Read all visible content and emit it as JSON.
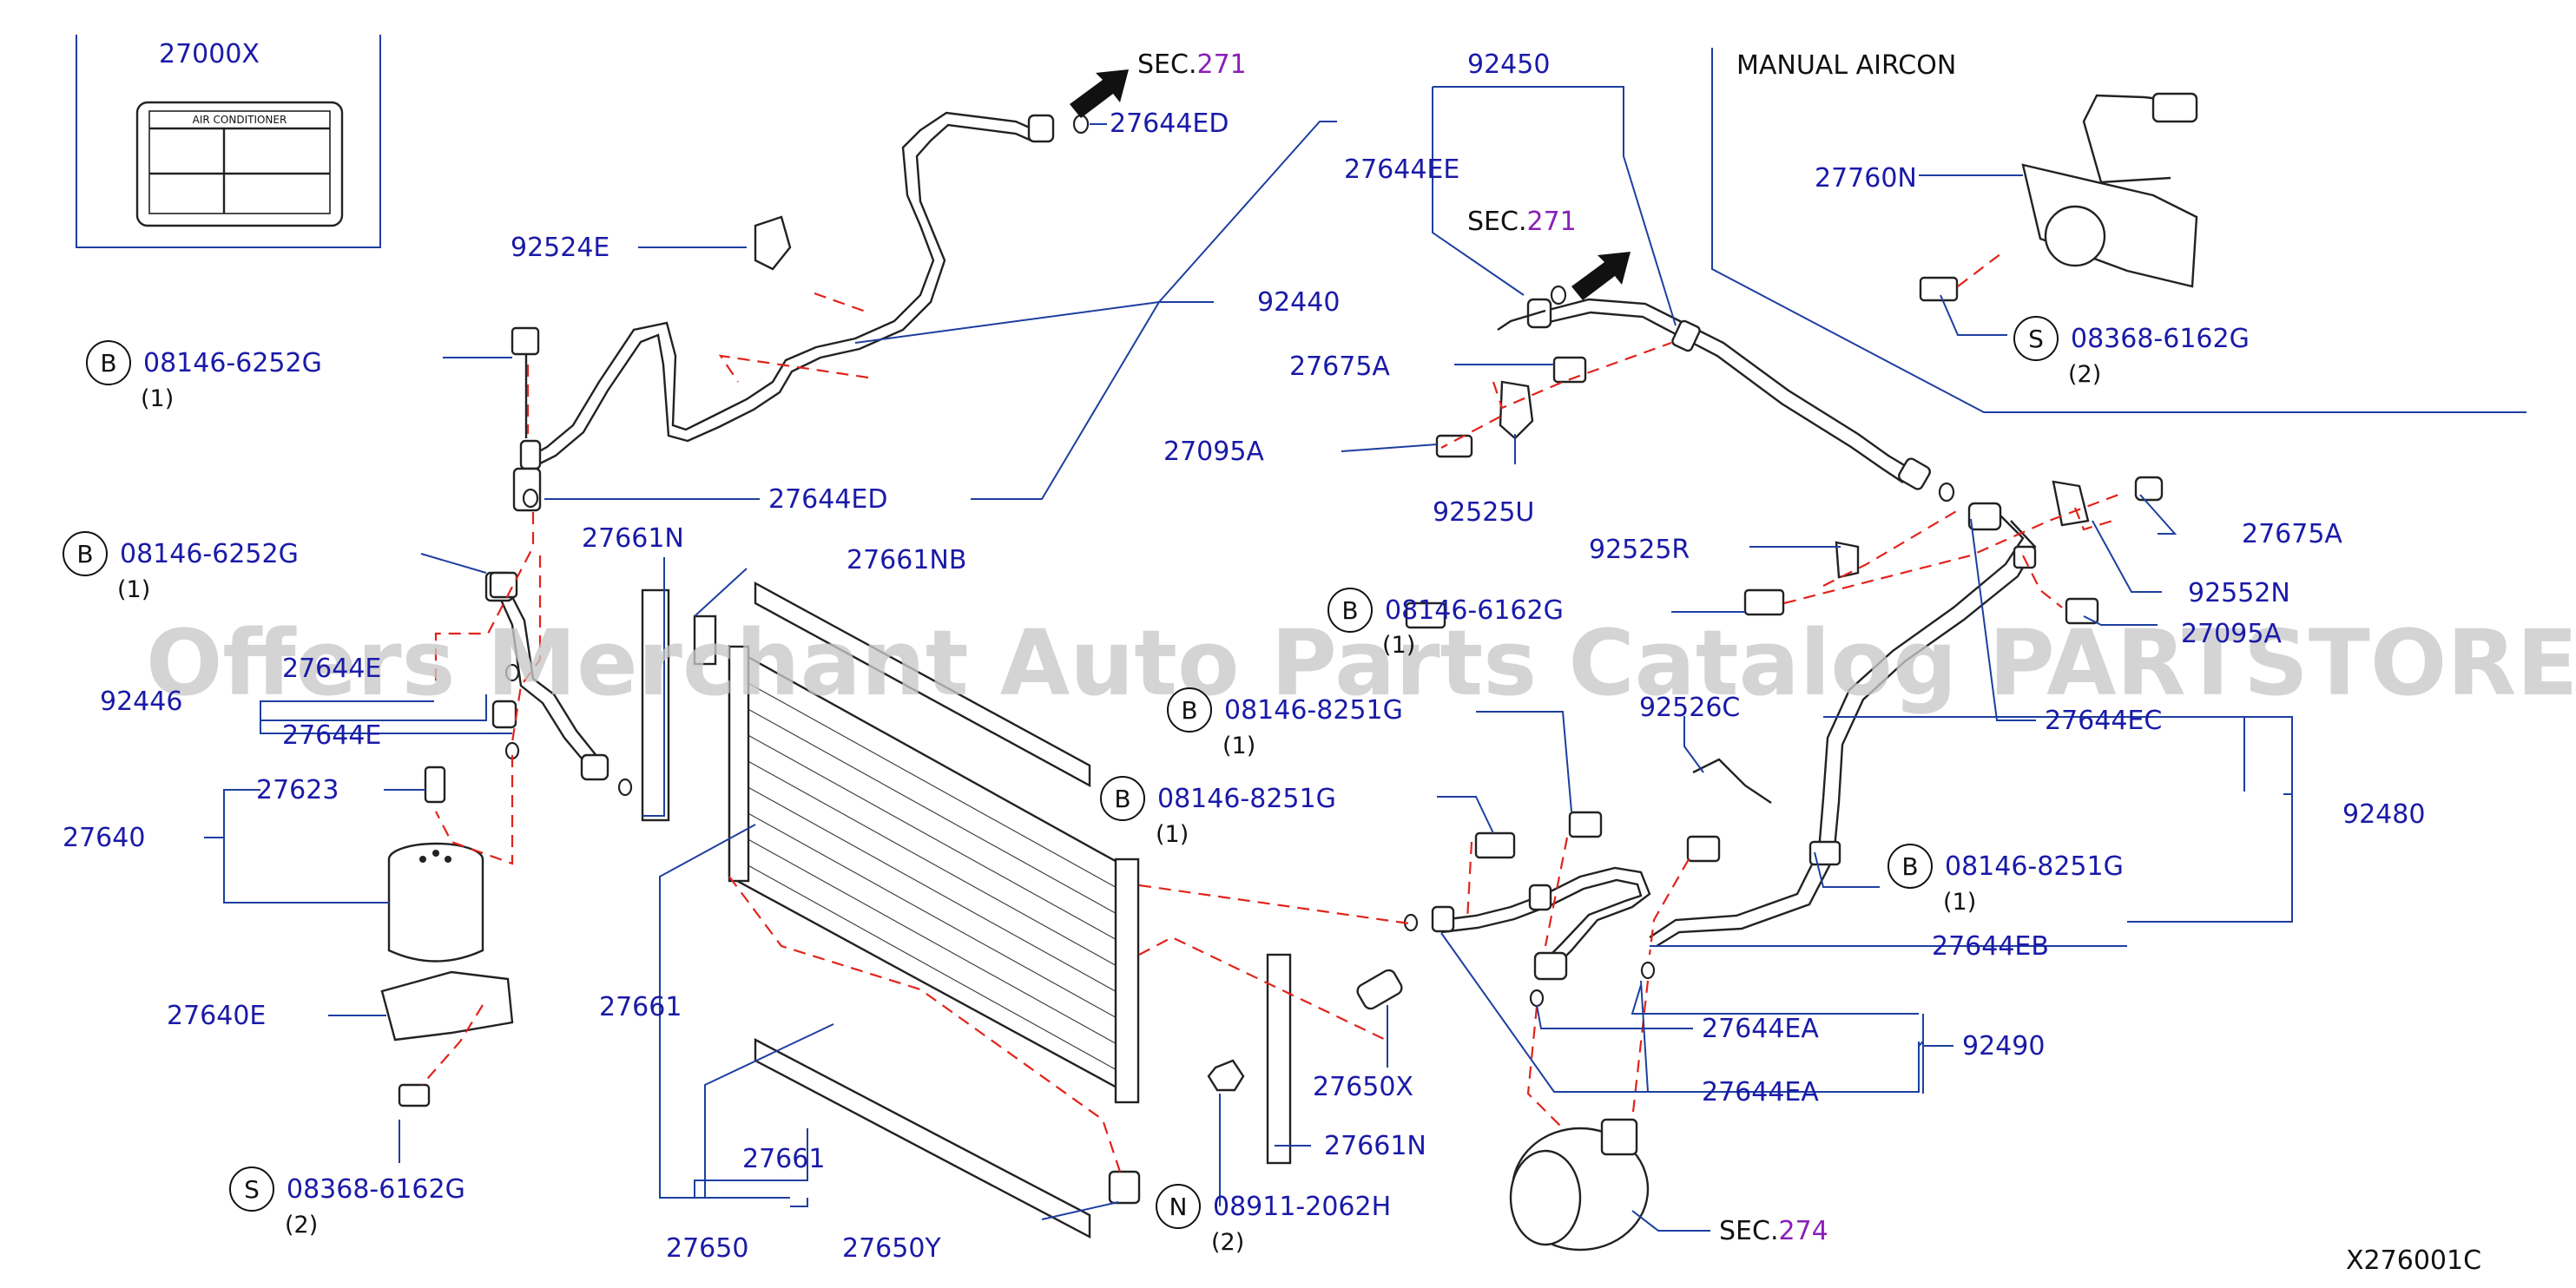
{
  "labels": {
    "p27000X": "27000X",
    "ac_label_text": "AIR CONDITIONER",
    "sec271_top": "SEC.",
    "sec271_top_num": "271",
    "p27644ED_top": "27644ED",
    "p92524E": "92524E",
    "p92440": "92440",
    "b1_code": "08146-6252G",
    "b1_qty": "(1)",
    "p27644ED_mid": "27644ED",
    "b2_code": "08146-6252G",
    "b2_qty": "(1)",
    "p27661N_top": "27661N",
    "p27661NB": "27661NB",
    "p27644E_a": "27644E",
    "p92446": "92446",
    "p27644E_b": "27644E",
    "p27623": "27623",
    "p27640": "27640",
    "p27640E": "27640E",
    "s1_code": "08368-6162G",
    "s1_qty": "(2)",
    "p27661_mid": "27661",
    "p27661_low": "27661",
    "p27650": "27650",
    "p27650Y": "27650Y",
    "n_code": "08911-2062H",
    "n_qty": "(2)",
    "p27650X": "27650X",
    "p27661N_low": "27661N",
    "p92450": "92450",
    "p27644EE": "27644EE",
    "sec271_mid": "SEC.",
    "sec271_mid_num": "271",
    "p27675A_a": "27675A",
    "p27095A_a": "27095A",
    "p92525U": "92525U",
    "p92525R": "92525R",
    "b3_code": "08146-6162G",
    "b3_qty": "(1)",
    "b4_code": "08146-8251G",
    "b4_qty": "(1)",
    "b5_code": "08146-8251G",
    "b5_qty": "(1)",
    "p92526C": "92526C",
    "manual_aircon": "MANUAL AIRCON",
    "p27760N": "27760N",
    "s2_code": "08368-6162G",
    "s2_qty": "(2)",
    "p27675A_b": "27675A",
    "p92552N": "92552N",
    "p27095A_b": "27095A",
    "p27644EC": "27644EC",
    "p92480": "92480",
    "b6_code": "08146-8251G",
    "b6_qty": "(1)",
    "p27644EB": "27644EB",
    "p27644EA_a": "27644EA",
    "p92490": "92490",
    "p27644EA_b": "27644EA",
    "sec274": "SEC.",
    "sec274_num": "274",
    "figure_code": "X276001C",
    "circle_b": "B",
    "circle_s": "S",
    "circle_n": "N"
  },
  "watermark": "Offers Merchant Auto Parts Catalog PARTSTORE.SA",
  "colors": {
    "label_blue": "#1a1aa8",
    "leader_blue": "#1d3fa0",
    "dash_red": "#e2231a",
    "section_purple": "#8a1fb8",
    "watermark_gray": "#c8c8c8"
  }
}
